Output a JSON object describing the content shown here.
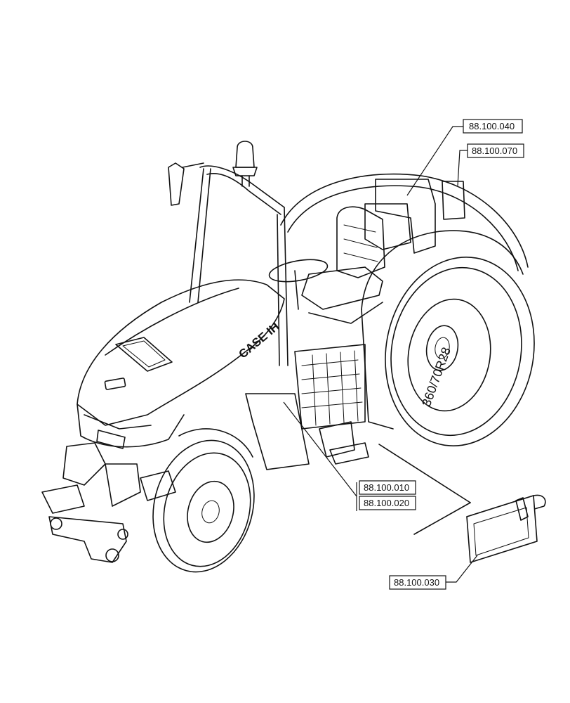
{
  "diagram": {
    "callouts": [
      {
        "id": "ref-88-100-040",
        "label": "88.100.040"
      },
      {
        "id": "ref-88-100-070",
        "label": "88.100.070"
      },
      {
        "id": "ref-88-100-010",
        "label": "88.100.010"
      },
      {
        "id": "ref-88-100-020",
        "label": "88.100.020"
      },
      {
        "id": "ref-88-100-030",
        "label": "88.100.030"
      }
    ],
    "brand_text": "CASE IH",
    "tire_text": "360/70R28"
  }
}
